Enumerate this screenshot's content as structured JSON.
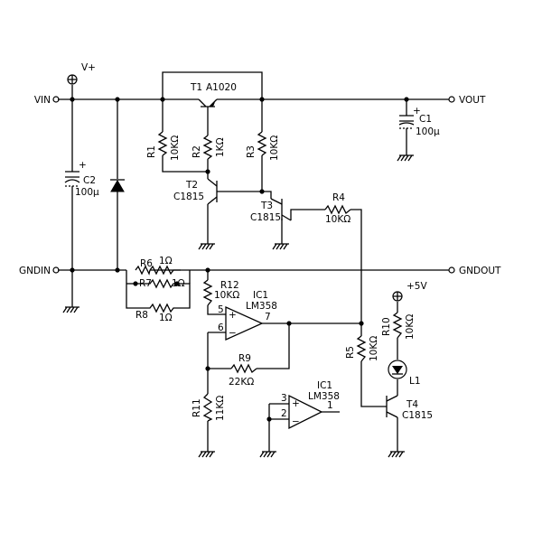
{
  "ports": {
    "vin": "VIN",
    "vout": "VOUT",
    "gndin": "GNDIN",
    "gndout": "GNDOUT",
    "vplus": "V+",
    "plus5v": "+5V"
  },
  "components": {
    "t1": {
      "ref": "T1",
      "value": "A1020"
    },
    "t2": {
      "ref": "T2",
      "value": "C1815"
    },
    "t3": {
      "ref": "T3",
      "value": "C1815"
    },
    "t4": {
      "ref": "T4",
      "value": "C1815"
    },
    "r1": {
      "ref": "R1",
      "value": "10KΩ"
    },
    "r2": {
      "ref": "R2",
      "value": "1KΩ"
    },
    "r3": {
      "ref": "R3",
      "value": "10KΩ"
    },
    "r4": {
      "ref": "R4",
      "value": "10KΩ"
    },
    "r5": {
      "ref": "R5",
      "value": "10KΩ"
    },
    "r6": {
      "ref": "R6",
      "value": "1Ω"
    },
    "r7": {
      "ref": "R7",
      "value": "1Ω"
    },
    "r8": {
      "ref": "R8",
      "value": "1Ω"
    },
    "r9": {
      "ref": "R9",
      "value": "22KΩ"
    },
    "r10": {
      "ref": "R10",
      "value": "10KΩ"
    },
    "r11": {
      "ref": "R11",
      "value": "11KΩ"
    },
    "r12": {
      "ref": "R12",
      "value": "10KΩ"
    },
    "c1": {
      "ref": "C1",
      "value": "100μ"
    },
    "c2": {
      "ref": "C2",
      "value": "100μ"
    },
    "l1": {
      "ref": "L1"
    },
    "ic1a": {
      "ref": "IC1",
      "value": "LM358",
      "pin_plus": "5",
      "pin_minus": "6",
      "pin_out": "7"
    },
    "ic1b": {
      "ref": "IC1",
      "value": "LM358",
      "pin_plus": "3",
      "pin_minus": "2",
      "pin_out": "1"
    }
  },
  "signs": {
    "plus": "+",
    "minus": "−"
  }
}
